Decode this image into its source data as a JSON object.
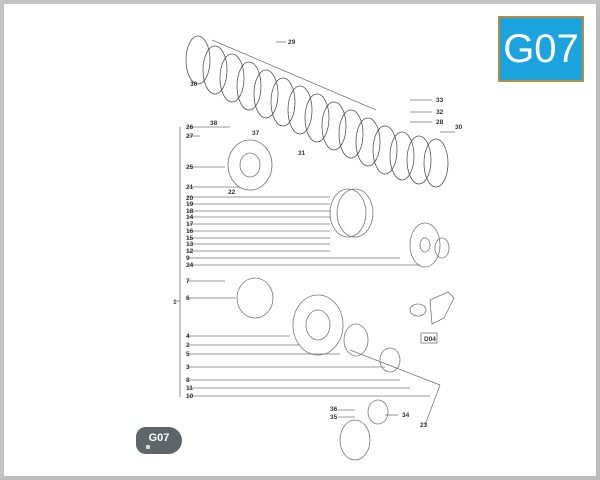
{
  "page": {
    "badge_code": "G07",
    "tab_code": "G07"
  },
  "diagram": {
    "title_code": "G07",
    "callout_group_label": "1",
    "left_callouts": [
      "26",
      "27",
      "25",
      "21",
      "20",
      "19",
      "18",
      "14",
      "17",
      "16",
      "15",
      "13",
      "12",
      "9",
      "24",
      "7",
      "6",
      "4",
      "2",
      "5",
      "3",
      "8",
      "11",
      "10"
    ],
    "top_callouts": [
      "29",
      "30",
      "38",
      "37",
      "22",
      "31"
    ],
    "right_callouts": [
      "33",
      "32",
      "28",
      "30"
    ],
    "bottom_callouts": [
      "36",
      "35",
      "34",
      "23"
    ],
    "reference_box": "D04",
    "colors": {
      "badge_bg": "#1aa3dc",
      "badge_border": "#b98b3e",
      "tab_bg": "#5e6669",
      "line": "#555555"
    }
  }
}
